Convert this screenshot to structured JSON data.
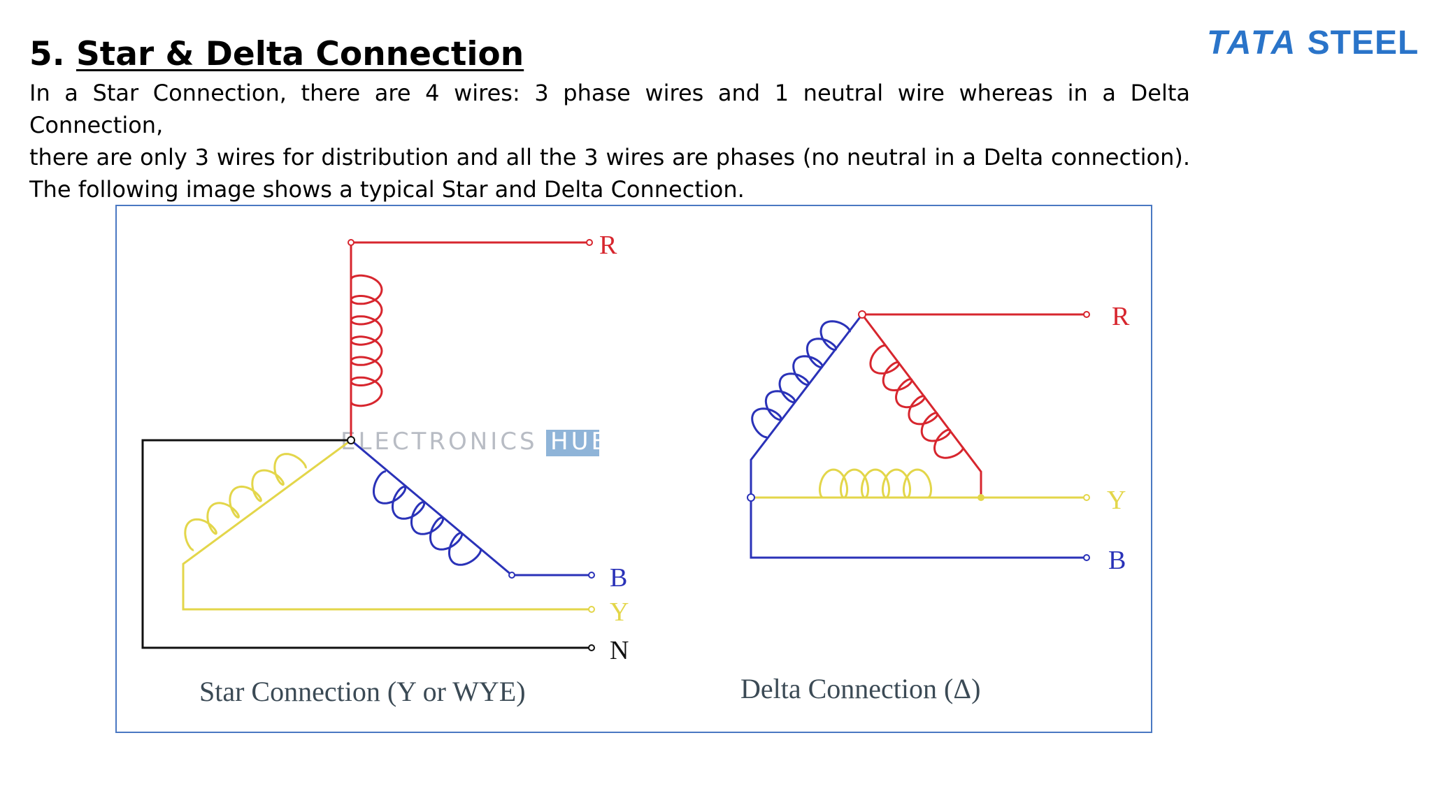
{
  "header": {
    "number": "5.",
    "title": "Star & Delta Connection",
    "logo_text": [
      "TATA",
      "STEEL"
    ]
  },
  "body_lines": [
    "In a Star Connection, there are 4 wires: 3 phase wires and 1 neutral wire whereas in a Delta Connection,",
    "there are only 3 wires for distribution and all the 3 wires are phases (no neutral in a Delta connection).",
    "The following image shows a typical Star and Delta Connection."
  ],
  "figure": {
    "watermark": [
      "ELECTRONICS",
      "HUB"
    ],
    "star": {
      "caption": "Star Connection (Y or WYE)",
      "labels": {
        "r": "R",
        "b": "B",
        "y": "Y",
        "n": "N"
      }
    },
    "delta": {
      "caption": "Delta Connection (Δ)",
      "labels": {
        "r": "R",
        "y": "Y",
        "b": "B"
      }
    }
  },
  "colors": {
    "red_phase": "#d7262e",
    "yellow_phase": "#e3d64a",
    "blue_phase": "#2a32b8",
    "neutral": "#111111",
    "logo": "#2a74c9",
    "frame": "#4a78c2",
    "caption": "#3b4a55"
  }
}
